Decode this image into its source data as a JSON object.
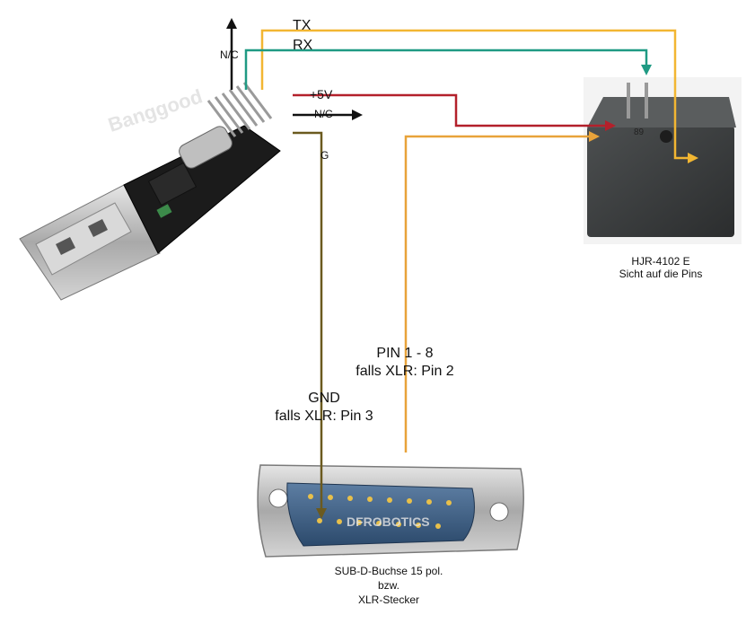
{
  "wires": {
    "tx": {
      "label": "TX",
      "color": "#f2b632"
    },
    "rx": {
      "label": "RX",
      "color": "#1f9a83"
    },
    "vcc": {
      "label": "+5V",
      "color": "#b3202b"
    },
    "nc_top": {
      "label": "N/C"
    },
    "nc_mid": {
      "label": "N/C"
    },
    "gnd": {
      "label": "G",
      "color": "#6b5a1f"
    },
    "pin": {
      "color": "#e8a33a"
    }
  },
  "relay": {
    "label_line1": "HJR-4102 E",
    "label_line2": "Sicht auf die Pins",
    "marking": "89"
  },
  "pin_note": {
    "line1": "PIN 1 - 8",
    "line2": "falls XLR: Pin 2"
  },
  "gnd_note": {
    "line1": "GND",
    "line2": "falls XLR: Pin 3"
  },
  "connector": {
    "label_line1": "SUB-D-Buchse 15 pol.",
    "label_line2": "bzw.",
    "label_line3": "XLR-Stecker",
    "watermark": "DFROBOTICS"
  },
  "usb_adapter": {
    "watermark": "Banggood"
  }
}
